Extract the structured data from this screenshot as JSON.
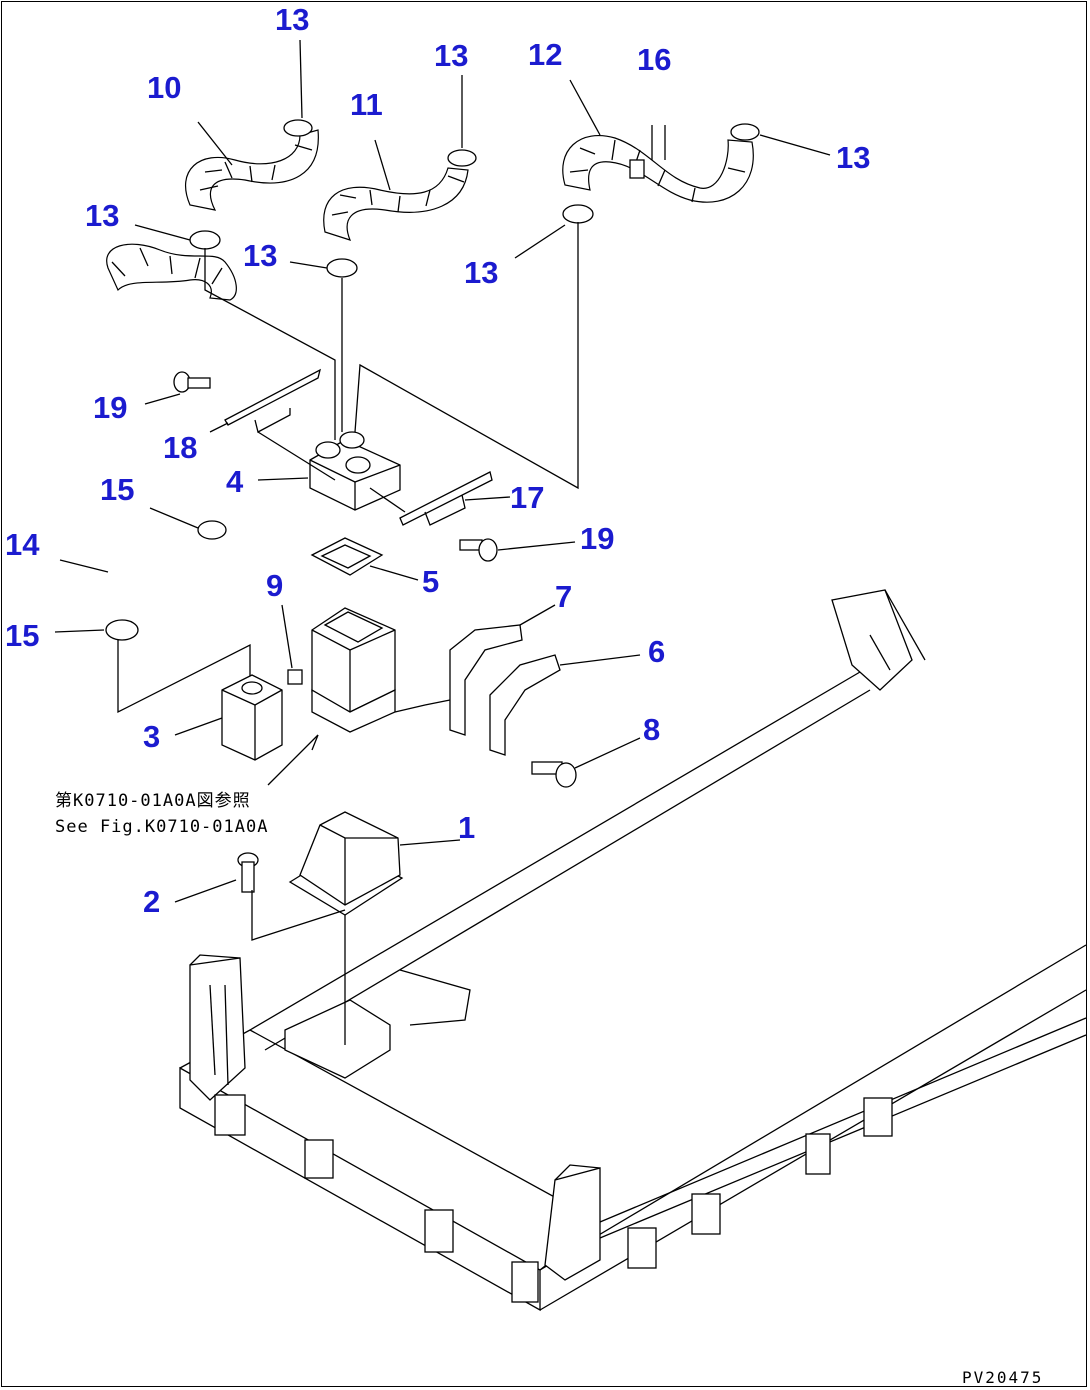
{
  "figure": {
    "code": "PV20475",
    "note_jp": "第K0710-01A0A図参照",
    "note_en": "See Fig.K0710-01A0A"
  },
  "callouts": [
    {
      "id": "c1",
      "text": "1"
    },
    {
      "id": "c2",
      "text": "2"
    },
    {
      "id": "c3",
      "text": "3"
    },
    {
      "id": "c4",
      "text": "4"
    },
    {
      "id": "c5",
      "text": "5"
    },
    {
      "id": "c6",
      "text": "6"
    },
    {
      "id": "c7",
      "text": "7"
    },
    {
      "id": "c8",
      "text": "8"
    },
    {
      "id": "c9",
      "text": "9"
    },
    {
      "id": "c10",
      "text": "10"
    },
    {
      "id": "c11",
      "text": "11"
    },
    {
      "id": "c12",
      "text": "12"
    },
    {
      "id": "c13a",
      "text": "13"
    },
    {
      "id": "c13b",
      "text": "13"
    },
    {
      "id": "c13c",
      "text": "13"
    },
    {
      "id": "c13d",
      "text": "13"
    },
    {
      "id": "c13e",
      "text": "13"
    },
    {
      "id": "c13f",
      "text": "13"
    },
    {
      "id": "c14",
      "text": "14"
    },
    {
      "id": "c15a",
      "text": "15"
    },
    {
      "id": "c15b",
      "text": "15"
    },
    {
      "id": "c16",
      "text": "16"
    },
    {
      "id": "c17",
      "text": "17"
    },
    {
      "id": "c18",
      "text": "18"
    },
    {
      "id": "c19a",
      "text": "19"
    },
    {
      "id": "c19b",
      "text": "19"
    }
  ]
}
